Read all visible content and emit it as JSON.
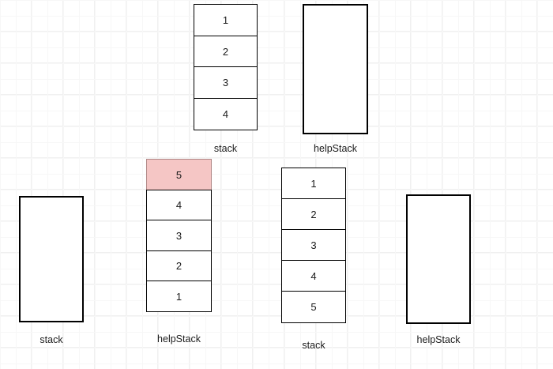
{
  "diagram": {
    "title": "stack-and-helpstack-sorting-states",
    "background_color": "#ffffff",
    "grid_color": "#f0f0f0",
    "cell_border_color": "#000000",
    "highlight_color": "#f5c6c5"
  },
  "groups": [
    {
      "id": "top-row",
      "stacks": [
        {
          "id": "stack-top-left",
          "label": "stack",
          "empty": false,
          "cells": [
            {
              "value": "1",
              "highlight": false
            },
            {
              "value": "2",
              "highlight": false
            },
            {
              "value": "3",
              "highlight": false
            },
            {
              "value": "4",
              "highlight": false
            }
          ]
        },
        {
          "id": "helpstack-top-right",
          "label": "helpStack",
          "empty": true,
          "cells": []
        }
      ]
    },
    {
      "id": "bottom-row",
      "stacks": [
        {
          "id": "stack-bottom-left",
          "label": "stack",
          "empty": true,
          "cells": []
        },
        {
          "id": "helpstack-bottom-mid-left",
          "label": "helpStack",
          "empty": false,
          "cells": [
            {
              "value": "5",
              "highlight": true
            },
            {
              "value": "4",
              "highlight": false
            },
            {
              "value": "3",
              "highlight": false
            },
            {
              "value": "2",
              "highlight": false
            },
            {
              "value": "1",
              "highlight": false
            }
          ]
        },
        {
          "id": "stack-bottom-mid-right",
          "label": "stack",
          "empty": false,
          "cells": [
            {
              "value": "1",
              "highlight": false
            },
            {
              "value": "2",
              "highlight": false
            },
            {
              "value": "3",
              "highlight": false
            },
            {
              "value": "4",
              "highlight": false
            },
            {
              "value": "5",
              "highlight": false
            }
          ]
        },
        {
          "id": "helpstack-bottom-right",
          "label": "helpStack",
          "empty": true,
          "cells": []
        }
      ]
    }
  ],
  "labels": {
    "stack_top_left": "stack",
    "helpstack_top_right": "helpStack",
    "stack_bottom_left": "stack",
    "helpstack_bottom_mid_left": "helpStack",
    "stack_bottom_mid_right": "stack",
    "helpstack_bottom_right": "helpStack"
  },
  "cells": {
    "stack_top_left": [
      "1",
      "2",
      "3",
      "4"
    ],
    "helpstack_bottom_mid_left": [
      "5",
      "4",
      "3",
      "2",
      "1"
    ],
    "stack_bottom_mid_right": [
      "1",
      "2",
      "3",
      "4",
      "5"
    ]
  }
}
